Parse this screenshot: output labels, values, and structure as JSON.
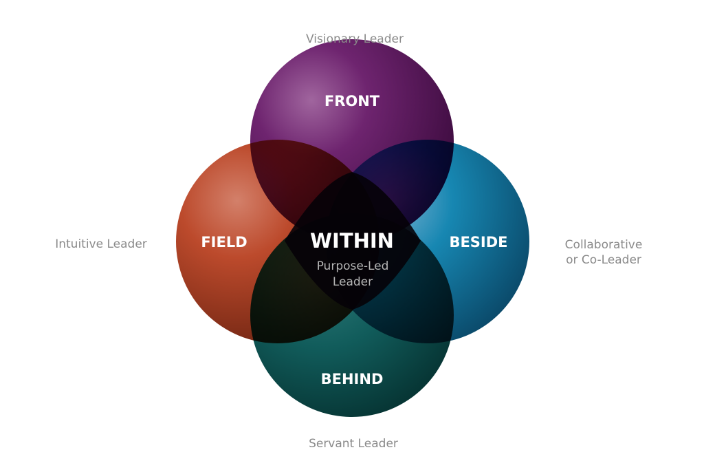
{
  "colors": {
    "front": "#6b1f6d",
    "field": "#b8472a",
    "beside": "#1585b0",
    "behind": "#0f5b5a",
    "center": "#050208"
  },
  "circles": {
    "front": "FRONT",
    "field": "FIELD",
    "beside": "BESIDE",
    "behind": "BEHIND"
  },
  "center": {
    "title": "WITHIN",
    "subtitle_line1": "Purpose-Led",
    "subtitle_line2": "Leader"
  },
  "outer_labels": {
    "top": "Visionary Leader",
    "left": "Intuitive Leader",
    "right_line1": "Collaborative",
    "right_line2": "or Co-Leader",
    "bottom": "Servant Leader"
  }
}
